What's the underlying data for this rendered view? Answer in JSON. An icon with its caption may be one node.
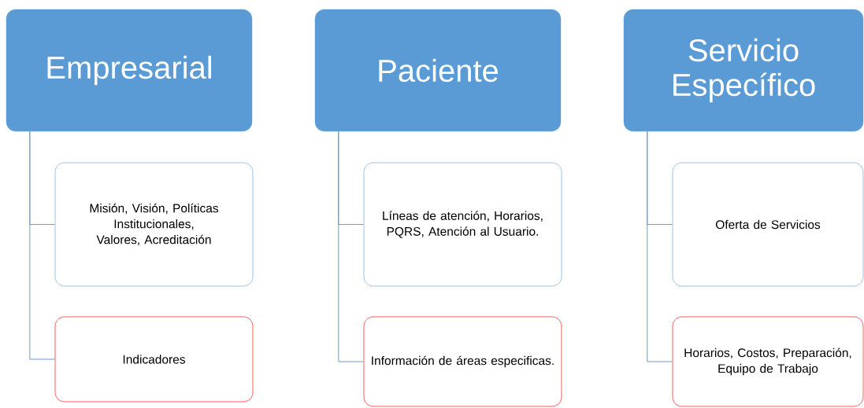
{
  "diagram": {
    "nodes": [
      {
        "text": [
          "Empresarial"
        ]
      },
      {
        "text": [
          "Misión, Visión, Políticas Institucionales, Valores, Acreditación"
        ]
      },
      {
        "text": [
          "Indicadores"
        ]
      },
      {
        "text": [
          "Paciente"
        ]
      },
      {
        "text": [
          "Líneas de atención, Horarios, PQRS, Atención al Usuario."
        ]
      },
      {
        "text": [
          "Información de áreas especificas."
        ]
      },
      {
        "text": [
          "Servicio Específico"
        ]
      },
      {
        "text": [
          "Oferta de Servicios"
        ]
      },
      {
        "text": [
          "Horarios, Costos, Preparación, Equipo de Trabajo"
        ]
      }
    ],
    "edges": [
      {
        "from": 0,
        "to": 1,
        "arrow": "none"
      },
      {
        "from": 0,
        "to": 2,
        "arrow": "none"
      },
      {
        "from": 3,
        "to": 4,
        "arrow": "none"
      },
      {
        "from": 3,
        "to": 5,
        "arrow": "none"
      },
      {
        "from": 6,
        "to": 7,
        "arrow": "none"
      },
      {
        "from": 6,
        "to": 8,
        "arrow": "none"
      }
    ]
  }
}
